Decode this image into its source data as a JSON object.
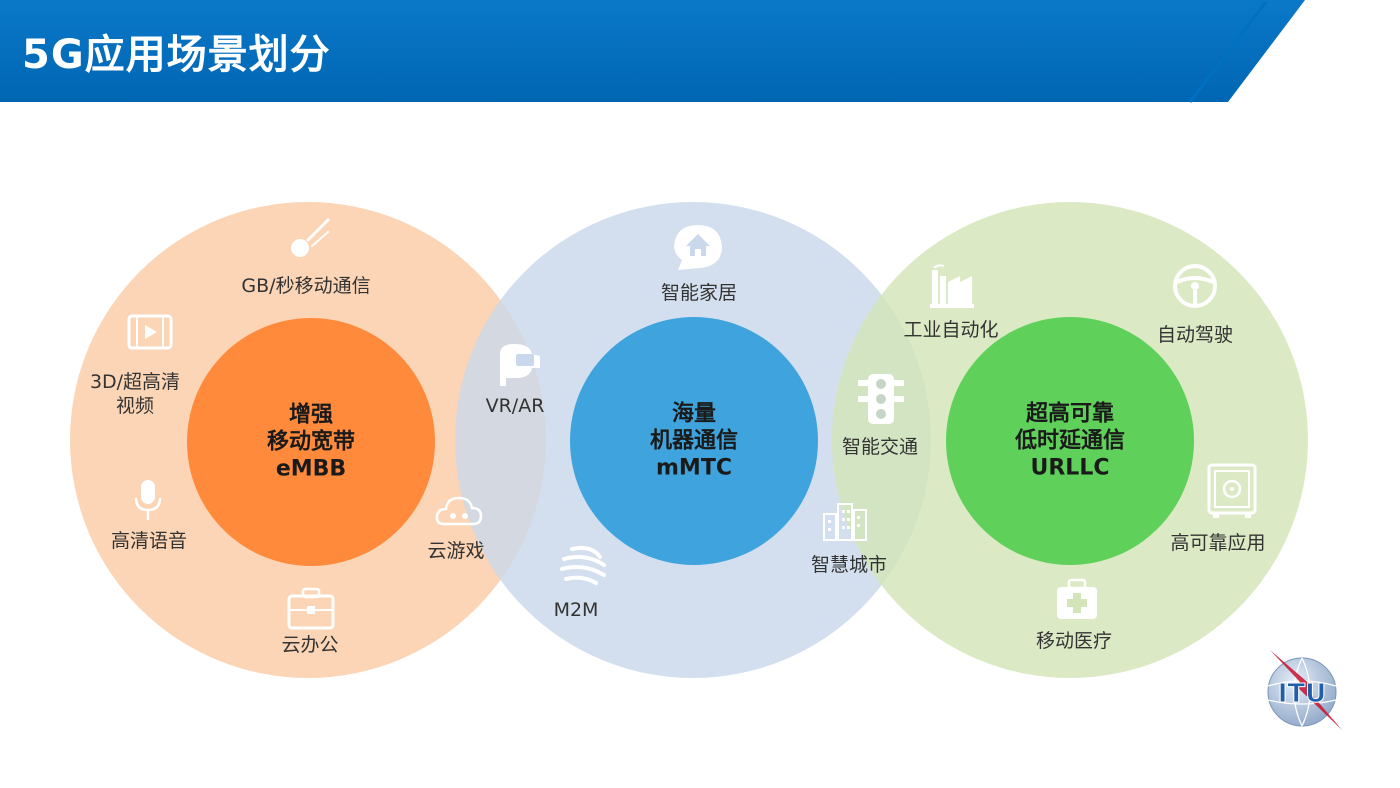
{
  "header": {
    "title": "5G应用场景划分"
  },
  "colors": {
    "header_blue": "#0070c0",
    "embb_outer": "#fbd5b5",
    "embb_inner": "#ff8a3c",
    "mmtc_outer": "#c9d8ea",
    "mmtc_inner": "#3fa4dd",
    "urllc_outer": "#d3e5b8",
    "urllc_inner": "#5fd15a"
  },
  "circles": {
    "embb": {
      "line1": "增强",
      "line2": "移动宽带",
      "line3": "eMBB"
    },
    "mmtc": {
      "line1": "海量",
      "line2": "机器通信",
      "line3": "mMTC"
    },
    "urllc": {
      "line1": "超高可靠",
      "line2": "低时延通信",
      "line3": "URLLC"
    }
  },
  "labels": {
    "gb_comm": "GB/秒移动通信",
    "uhd_video_1": "3D/超高清",
    "uhd_video_2": "视频",
    "hd_voice": "高清语音",
    "cloud_office": "云办公",
    "cloud_gaming": "云游戏",
    "vr_ar": "VR/AR",
    "smart_home": "智能家居",
    "m2m": "M2M",
    "smart_city": "智慧城市",
    "smart_traffic": "智能交通",
    "industrial_automation": "工业自动化",
    "auto_driving": "自动驾驶",
    "reliable_apps": "高可靠应用",
    "mobile_medical": "移动医疗"
  },
  "logo": {
    "text": "ITU"
  }
}
